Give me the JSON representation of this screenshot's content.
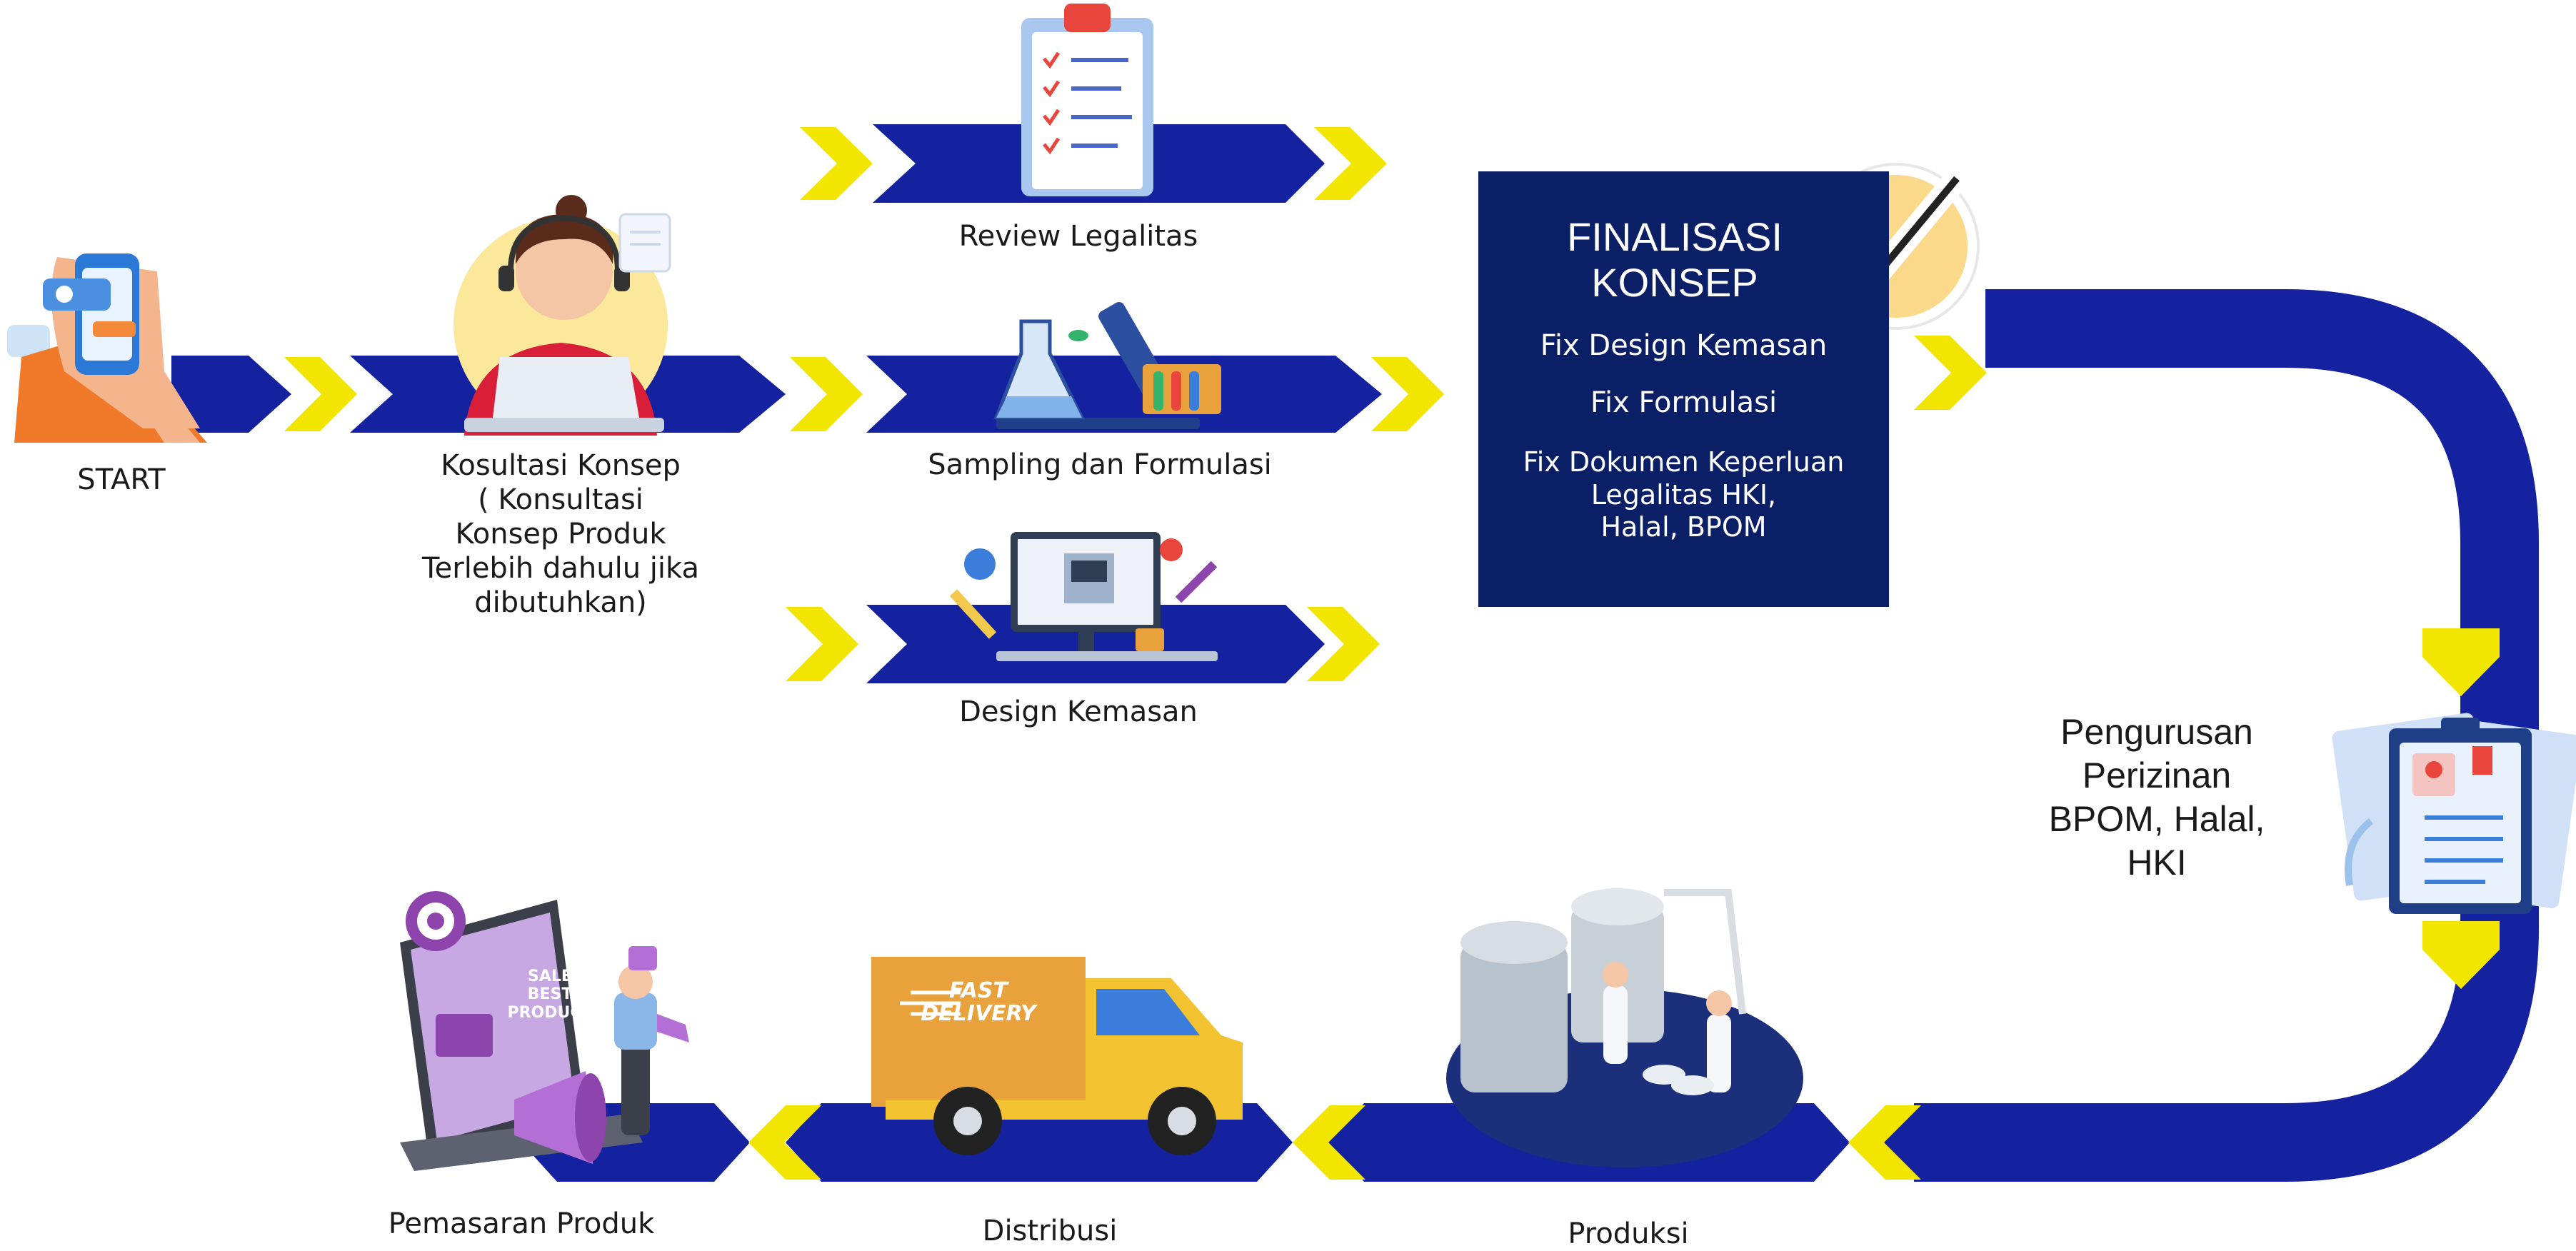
{
  "colors": {
    "flow_blue": "#1422a0",
    "chevron_yellow": "#f2e600",
    "final_box": "#0b1f66",
    "text": "#1a1a1a"
  },
  "nodes": {
    "start": {
      "label": "START",
      "icon": "smartphone-chat-icon"
    },
    "konsultasi": {
      "label": "Kosultasi Konsep\n( Konsultasi\nKonsep Produk\nTerlebih dahulu jika\ndibutuhkan)",
      "icon": "customer-service-agent-icon"
    },
    "review": {
      "label": "Review Legalitas",
      "icon": "clipboard-checklist-icon"
    },
    "sampling": {
      "label": "Sampling dan Formulasi",
      "icon": "laboratory-icon"
    },
    "design": {
      "label": "Design Kemasan",
      "icon": "design-desktop-icon"
    },
    "finalisasi": {
      "title": "FINALISASI\nKONSEP",
      "items": [
        "Fix Design Kemasan",
        "Fix Formulasi",
        "Fix Dokumen Keperluan\nLegalitas HKI,\nHalal, BPOM"
      ],
      "icon": "checkmark-badge-icon"
    },
    "perizinan": {
      "label": "Pengurusan\nPerizinan\nBPOM, Halal,\nHKI",
      "icon": "license-document-icon"
    },
    "produksi": {
      "label": "Produksi",
      "icon": "factory-production-icon"
    },
    "distribusi": {
      "label": "Distribusi",
      "icon": "delivery-truck-icon",
      "truck_text": "FAST\nDELIVERY"
    },
    "pemasaran": {
      "label": "Pemasaran Produk",
      "icon": "digital-marketing-icon",
      "screen_text": "SALE\nBEST\nPRODUCT"
    }
  }
}
